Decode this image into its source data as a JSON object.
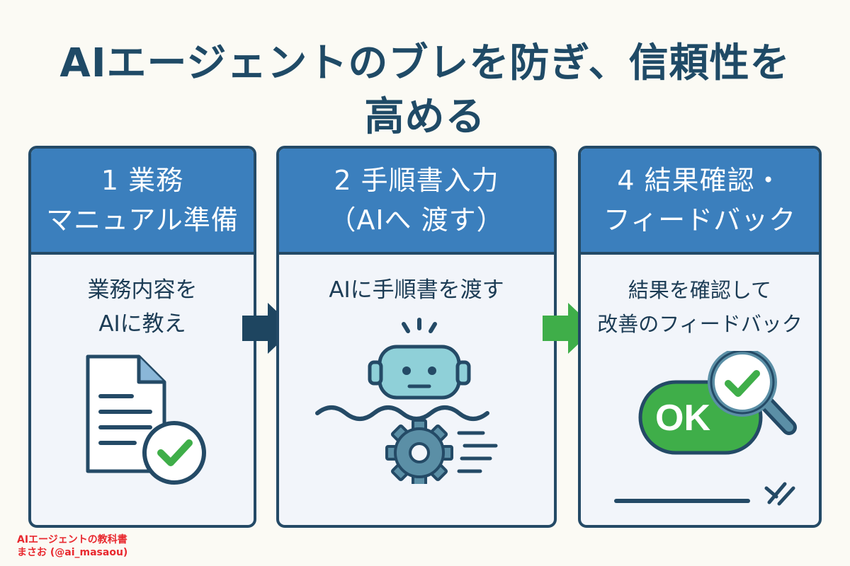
{
  "title": {
    "line1": "AIエージェントのブレを防ぎ、信頼性を",
    "line2": "高める"
  },
  "steps": [
    {
      "header_line1": "1 業務",
      "header_line2": "マニュアル準備",
      "body_line1": "業務内容を",
      "body_line2": "AIに教え",
      "icon": "document-check-icon"
    },
    {
      "header_line1": "2 手順書入力",
      "header_line2": "（AIへ 渡す）",
      "body_line1": "AIに手順書を渡す",
      "icon": "robot-gear-icon"
    },
    {
      "header_line1": "4 結果確認・",
      "header_line2": "フィードバック",
      "body_line1": "結果を確認して",
      "body_line2": "改善のフィードバック",
      "ok_label": "OK",
      "icon": "ok-magnifier-icon"
    }
  ],
  "colors": {
    "header_blue": "#3b7fbd",
    "outline_navy": "#244a66",
    "arrow_navy": "#1e4560",
    "arrow_green": "#3fae49",
    "check_green": "#3fae49",
    "credit_red": "#e8282e"
  },
  "credit": {
    "line1": "AIエージェントの教科書",
    "line2": "まさお (@ai_masaou)"
  }
}
